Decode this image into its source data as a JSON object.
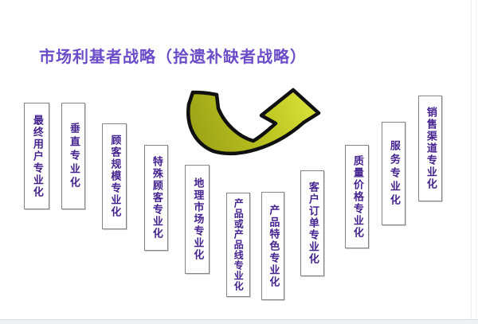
{
  "title": {
    "text": "市场利基者战略（拾遗补缺者战略）",
    "color": "#6b4cc8"
  },
  "strategies": [
    {
      "label": "最终用户专业化"
    },
    {
      "label": "垂直专业化"
    },
    {
      "label": "顾客规模专业化"
    },
    {
      "label": "特殊顾客专业化"
    },
    {
      "label": "地理市场专业化"
    },
    {
      "label": "产品或产品线专业化"
    },
    {
      "label": "产品特色专业化"
    },
    {
      "label": "客户订单专业化"
    },
    {
      "label": "质量价格专业化"
    },
    {
      "label": "服务专业化"
    },
    {
      "label": "销售渠道专业化"
    }
  ],
  "arrow": {
    "shape": "u-turn-arrow-curving-up-right",
    "fill_dark": "#99a016",
    "fill_mid": "#bcc420",
    "fill_light": "#dce63c",
    "outline_color": "#101010"
  },
  "colors": {
    "box_text": "#44228f",
    "box_border": "#858585",
    "background": "#ffffff"
  }
}
